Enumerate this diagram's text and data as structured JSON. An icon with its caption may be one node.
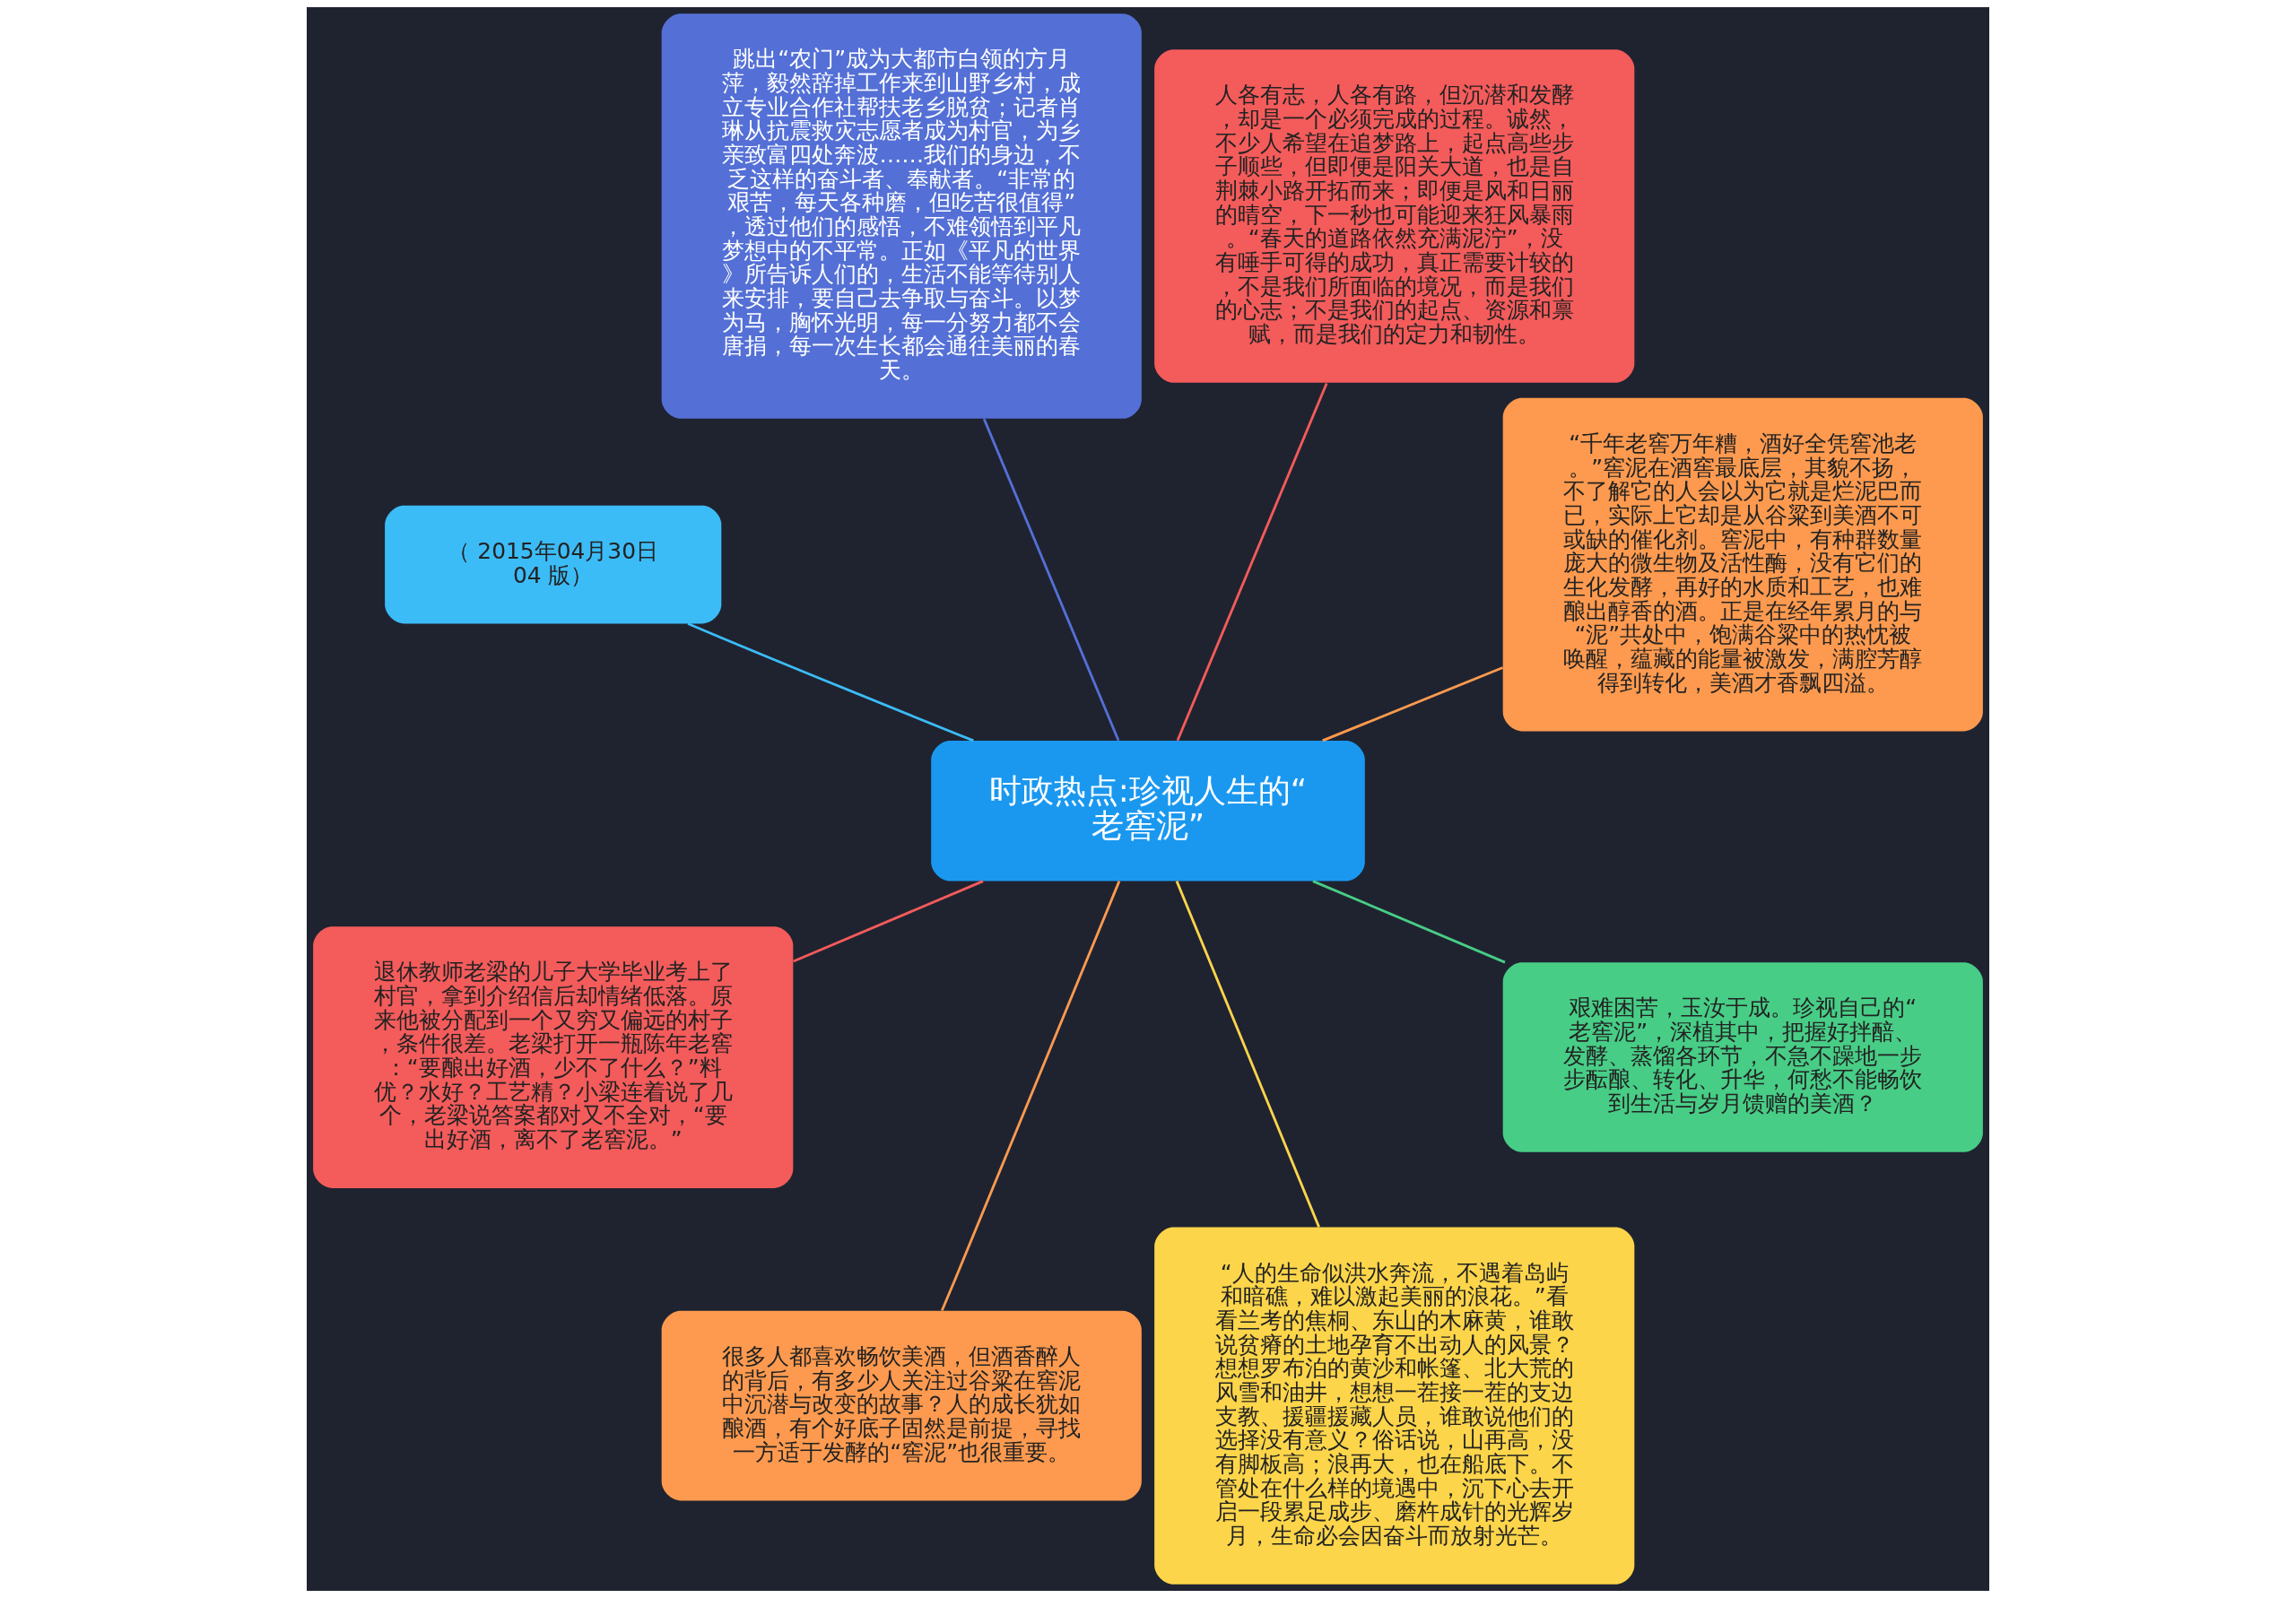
{
  "diagram": {
    "nodes": [
      {
        "text": [
          "时政热点:珍视人生的“老窖泥”"
        ]
      },
      {
        "text": [
          "“千年老窖万年糟，酒好全凭窖池老。”窖泥在酒窖最底层，其貌不扬，不了解它的人会以为它就是烂泥巴而已，实际上它却是从谷粱到美酒不可或缺的催化剂。窖泥中，有种群数量庞大的微生物及活性酶，没有它们的生化发酵，再好的水质和工艺，也难酿出醇香的酒。正是在经年累月的与“泥”共处中，饱满谷粱中的热忱被唤醒，蕴藏的能量被激发，满腔芳醇得到转化，美酒才香飘四溢。"
        ]
      },
      {
        "text": [
          "人各有志，人各有路，但沉潜和发酵，却是一个必须完成的过程。诚然，不少人希望在追梦路上，起点高些步子顺些，但即便是阳关大道，也是自荆棘小路开拓而来；即便是风和日丽的晴空，下一秒也可能迎来狂风暴雨。“春天的道路依然充满泥泞”，没有唾手可得的成功，真正需要计较的，不是我们所面临的境况，而是我们的心志；不是我们的起点、资源和禀赋，而是我们的定力和韧性。"
        ]
      },
      {
        "text": [
          "跳出“农门”成为大都市白领的方月萍，毅然辞掉工作来到山野乡村，成立专业合作社帮扶老乡脱贫；记者肖琳从抗震救灾志愿者成为村官，为乡亲致富四处奔波……我们的身边，不乏这样的奋斗者、奉献者。“非常的艰苦，每天各种磨，但吃苦很值得”，透过他们的感悟，不难领悟到平凡梦想中的不平常。正如《平凡的世界》所告诉人们的，生活不能等待别人来安排，要自己去争取与奋斗。以梦为马，胸怀光明，每一分努力都不会唐捐，每一次生长都会通往美丽的春天。"
        ]
      },
      {
        "text": [
          "（ 2015年04月30日 04 版）"
        ]
      },
      {
        "text": [
          "退休教师老梁的儿子大学毕业考上了村官，拿到介绍信后却情绪低落。原来他被分配到一个又穷又偏远的村子，条件很差。老梁打开一瓶陈年老窖：“要酿出好酒，少不了什么？”料优？水好？工艺精？小梁连着说了几个，老梁说答案都对又不全对，“要出好酒，离不了老窖泥。”"
        ]
      },
      {
        "text": [
          "很多人都喜欢畅饮美酒，但酒香醉人的背后，有多少人关注过谷粱在窖泥中沉潜与改变的故事？人的成长犹如酿酒，有个好底子固然是前提，寻找一方适于发酵的“窖泥”也很重要。"
        ]
      },
      {
        "text": [
          "“人的生命似洪水奔流，不遇着岛屿和暗礁，难以激起美丽的浪花。”看看兰考的焦桐、东山的木麻黄，谁敢说贫瘠的土地孕育不出动人的风景？想想罗布泊的黄沙和帐篷、北大荒的风雪和油井，想想一茬接一茬的支边支教、援疆援藏人员，谁敢说他们的选择没有意义？俗话说，山再高，没有脚板高；浪再大，也在船底下。不管处在什么样的境遇中，沉下心去开启一段累足成步、磨杵成针的光辉岁月，生命必会因奋斗而放射光芒。"
        ]
      },
      {
        "text": [
          "艰难困苦，玉汝于成。珍视自己的“老窖泥”，深植其中，把握好拌醅、发酵、蒸馏各环节，不急不躁地一步步酝酿、转化、升华，何愁不能畅饮到生活与岁月馈赠的美酒？"
        ]
      }
    ],
    "edges": [
      {
        "from": 0,
        "to": 1,
        "arrow": "none",
        "color": "#fd9a4f"
      },
      {
        "from": 0,
        "to": 2,
        "arrow": "none",
        "color": "#f45b5b"
      },
      {
        "from": 0,
        "to": 3,
        "arrow": "none",
        "color": "#5470d6"
      },
      {
        "from": 0,
        "to": 4,
        "arrow": "none",
        "color": "#3cbcf7"
      },
      {
        "from": 0,
        "to": 5,
        "arrow": "none",
        "color": "#f45b5b"
      },
      {
        "from": 0,
        "to": 6,
        "arrow": "none",
        "color": "#fd9a4f"
      },
      {
        "from": 0,
        "to": 7,
        "arrow": "none",
        "color": "#fcd54a"
      },
      {
        "from": 0,
        "to": 8,
        "arrow": "none",
        "color": "#48cd86"
      }
    ]
  }
}
